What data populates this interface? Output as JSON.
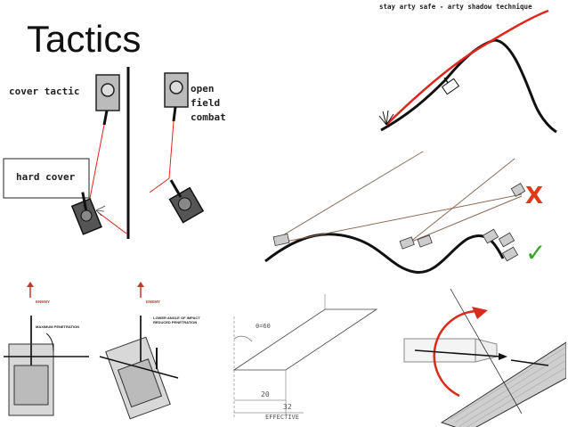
{
  "title": "Tactics",
  "cover_panel": {
    "cover_tactic": "cover tactic",
    "hard_cover": "hard cover",
    "open_field": "open field combat"
  },
  "arty_panel": {
    "caption": "stay arty safe - arty shadow technique"
  },
  "terrain_panel": {
    "bad_marker": "X",
    "good_marker": "✓"
  },
  "penetration_panel": {
    "enemy_left": "ENEMY",
    "enemy_right": "ENEMY",
    "max_pen": "MAXIMUM PENETRATION",
    "lower_angle_line1": "LOWER ANGLE OF IMPACT",
    "lower_angle_line2": "REDUCED PENETRATION"
  },
  "armor_panel": {
    "angle_label": "θ=60",
    "thickness_label": "20",
    "effective_value": "32",
    "effective_label": "EFFECTIVE"
  },
  "colors": {
    "red": "#e0261c",
    "x_red": "#e03a1a",
    "check_green": "#3aa52a",
    "line": "#111111"
  }
}
